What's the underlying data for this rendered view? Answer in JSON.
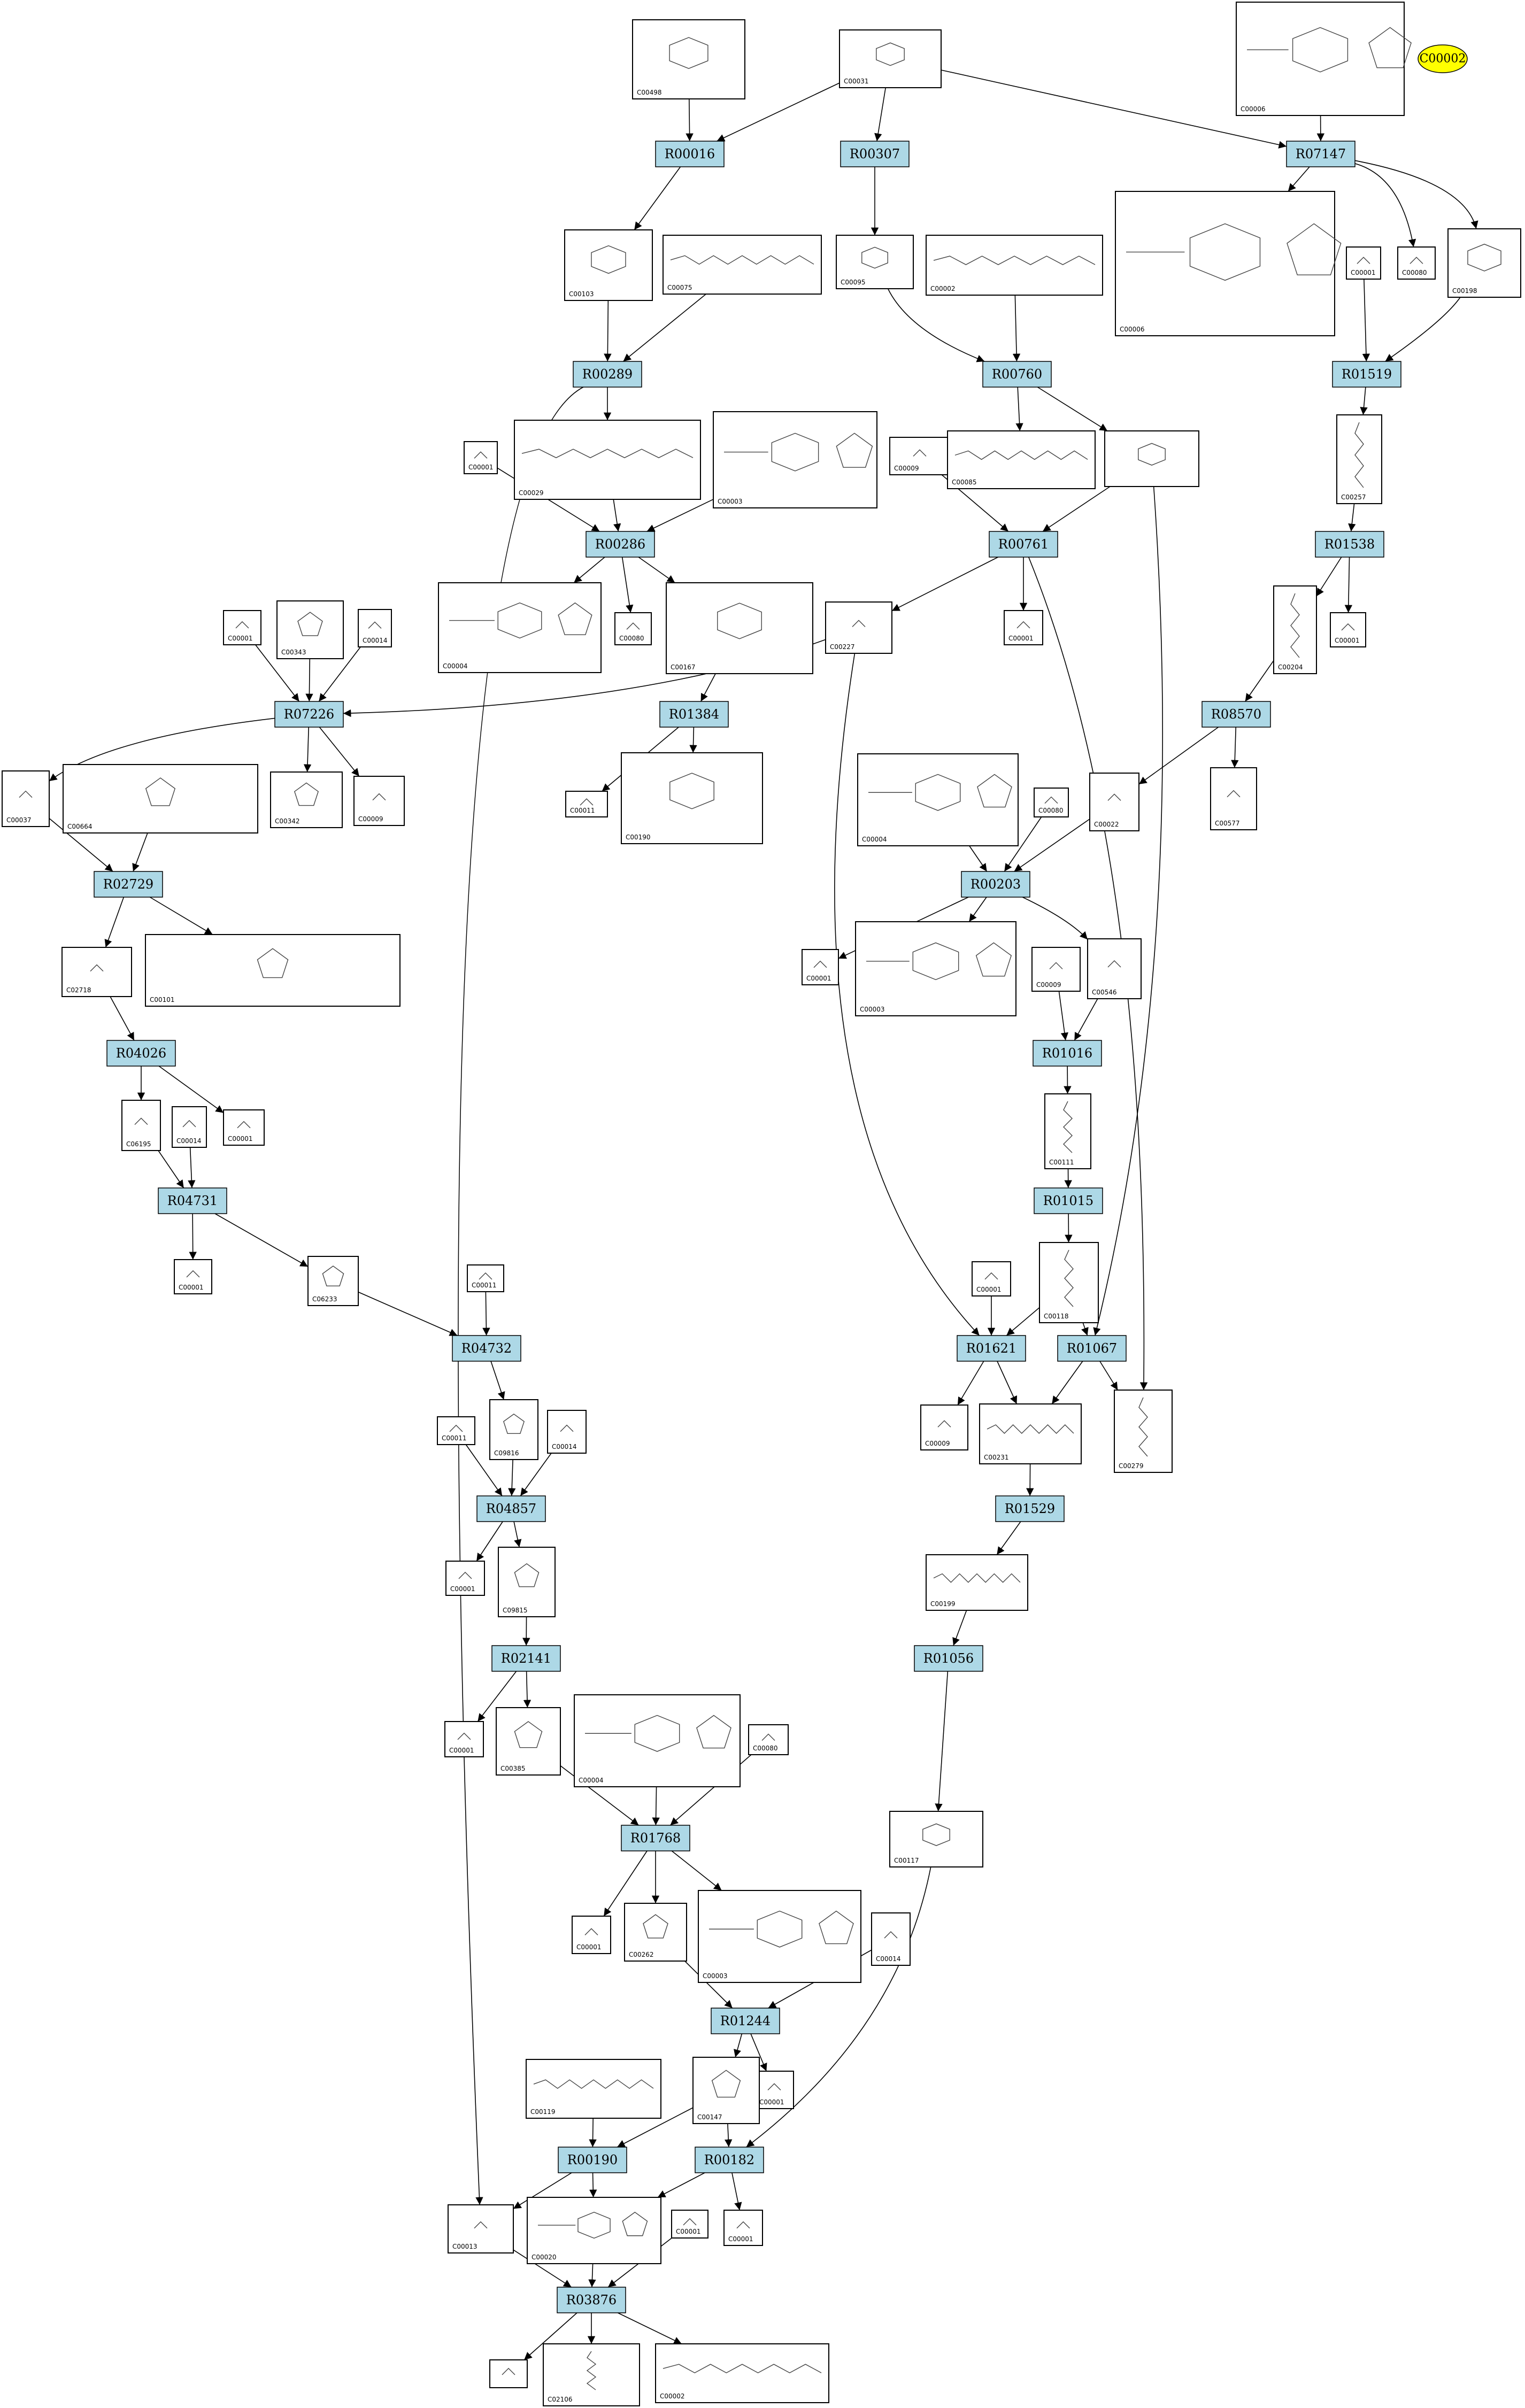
{
  "legend_compound": "C00002",
  "reactions": {
    "R00016": "R00016",
    "R00307": "R00307",
    "R07147": "R07147",
    "R00289": "R00289",
    "R00760": "R00760",
    "R01519": "R01519",
    "R00286": "R00286",
    "R00761": "R00761",
    "R01538": "R01538",
    "R07226": "R07226",
    "R01384": "R01384",
    "R08570": "R08570",
    "R02729": "R02729",
    "R00203": "R00203",
    "R04026": "R04026",
    "R01016": "R01016",
    "R04731": "R04731",
    "R01015": "R01015",
    "R04732": "R04732",
    "R01621": "R01621",
    "R01067": "R01067",
    "R04857": "R04857",
    "R01529": "R01529",
    "R02141": "R02141",
    "R01056": "R01056",
    "R01768": "R01768",
    "R01244": "R01244",
    "R00190": "R00190",
    "R00182": "R00182",
    "R03876": "R03876"
  },
  "compounds": {
    "c00498": "C00498",
    "c00031_top": "C00031",
    "c00006_top": "C00006",
    "c00103": "C00103",
    "c00075": "C00075",
    "c00095": "C00095",
    "c00002_mid": "C00002",
    "c00006_mid": "C00006",
    "c00001_a": "C00001",
    "c00080_a": "C00080",
    "c00198": "C00198",
    "c00001_b": "C00001",
    "c00029": "C00029",
    "c00003_a": "C00003",
    "c00009_a": "C00009",
    "c00001_c": "C00001",
    "c00085": "C00085",
    "c00257": "C00257",
    "c00001_d": "C00001",
    "c00343": "C00343",
    "c00014_a": "C00014",
    "c00004_a": "C00004",
    "c00080_b": "C00080",
    "c00167": "C00167",
    "c00227": "C00227",
    "c00001_e": "C00001",
    "c00204": "C00204",
    "c00001_f": "C00001",
    "c00037": "C00037",
    "c00664": "C00664",
    "c00342": "C00342",
    "c00009_b": "C00009",
    "c00011_a": "C00011",
    "c00190": "C00190",
    "c00004_b": "C00004",
    "c00080_c": "C00080",
    "c00022": "C00022",
    "c00577": "C00577",
    "c02718": "C02718",
    "c00101": "C00101",
    "c00001_g": "C00001",
    "c00003_b": "C00003",
    "c00009_c": "C00009",
    "c00546": "C00546",
    "c06195": "C06195",
    "c00014_b": "C00014",
    "c00001_h": "C00001",
    "c00111": "C00111",
    "c00001_i": "C00001",
    "c06233": "C06233",
    "c00011_b": "C00011",
    "c00118": "C00118",
    "c00001_j": "C00001",
    "c09816": "C09816",
    "c00011_c": "C00011",
    "c00014_c": "C00014",
    "c00009_d": "C00009",
    "c00231": "C00231",
    "c00279": "C00279",
    "c00001_k": "C00001",
    "c09815": "C09815",
    "c00199": "C00199",
    "c00001_l": "C00001",
    "c00385": "C00385",
    "c00004_c": "C00004",
    "c00080_d": "C00080",
    "c00117": "C00117",
    "c00001_m": "C00001",
    "c00262": "C00262",
    "c00003_c": "C00003",
    "c00014_d": "C00014",
    "c00119": "C00119",
    "c00147": "C00147",
    "c00001_n": "C00001",
    "c00013": "C00013",
    "c00020": "C00020",
    "c00001_o": "C00001",
    "c02106": "C02106",
    "c00002_bot": "C00002"
  }
}
